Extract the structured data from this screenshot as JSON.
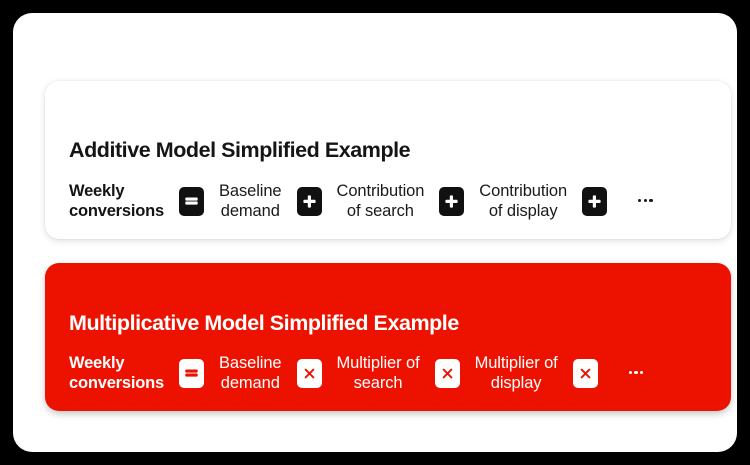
{
  "theme": {
    "frame_background": "#000000",
    "page_background": "#ffffff",
    "accent_red": "#ED1100",
    "ink": "#141414"
  },
  "panels": [
    {
      "id": "additive",
      "title": "Additive Model Simplified Example",
      "background": "#ffffff",
      "text_color": "#141414",
      "badge_background": "#111111",
      "badge_glyph_color": "#ffffff",
      "lhs_label": "Weekly conversions",
      "lhs_lines": [
        "Weekly",
        "conversions"
      ],
      "operators": [
        "equals",
        "plus",
        "plus",
        "plus"
      ],
      "terms": [
        {
          "lines": [
            "Baseline",
            "demand"
          ],
          "text": "Baseline demand"
        },
        {
          "lines": [
            "Contribution",
            "of search"
          ],
          "text": "Contribution of search"
        },
        {
          "lines": [
            "Contribution",
            "of display"
          ],
          "text": "Contribution of display"
        }
      ],
      "trailing": "ellipsis"
    },
    {
      "id": "multiplicative",
      "title": "Multiplicative Model Simplified Example",
      "background": "#ED1100",
      "text_color": "#ffffff",
      "badge_background": "#ffffff",
      "badge_glyph_color": "#ED1100",
      "lhs_label": "Weekly conversions",
      "lhs_lines": [
        "Weekly",
        "conversions"
      ],
      "operators": [
        "equals",
        "multiply",
        "multiply",
        "multiply"
      ],
      "terms": [
        {
          "lines": [
            "Baseline",
            "demand"
          ],
          "text": "Baseline demand"
        },
        {
          "lines": [
            "Multiplier of",
            "search"
          ],
          "text": "Multiplier of search"
        },
        {
          "lines": [
            "Multiplier of",
            "display"
          ],
          "text": "Multiplier of display"
        }
      ],
      "trailing": "ellipsis"
    }
  ]
}
